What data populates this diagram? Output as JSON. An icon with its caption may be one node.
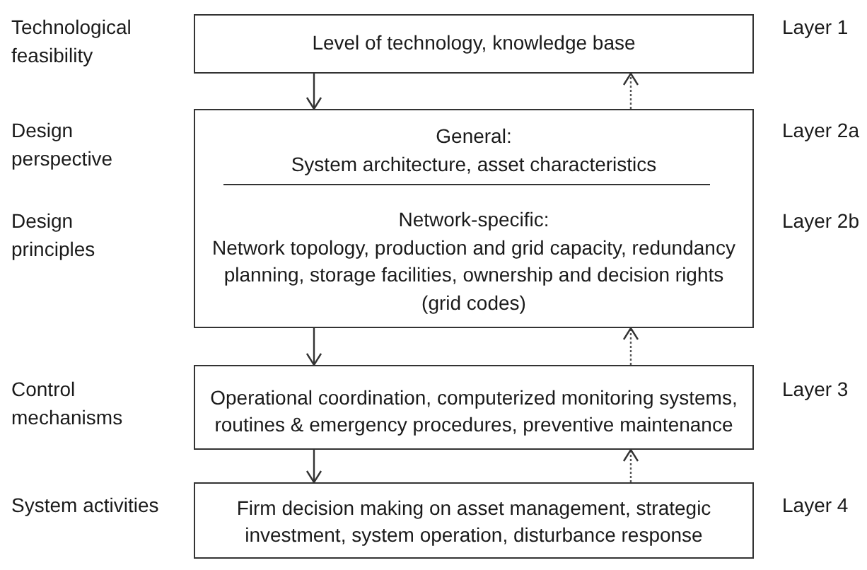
{
  "diagram": {
    "nodes": [
      {
        "text": [
          "Level of technology, knowledge base"
        ]
      },
      {
        "text": [
          "General:",
          "System architecture, asset characteristics",
          "Network-specific:",
          "Network topology, production and grid capacity, redundancy planning, storage facilities, ownership and decision rights (grid codes)"
        ]
      },
      {
        "text": [
          "Operational coordination, computerized monitoring systems, routines & emergency procedures, preventive maintenance"
        ]
      },
      {
        "text": [
          "Firm decision making on asset management, strategic investment, system operation, disturbance response"
        ]
      }
    ],
    "edges": [
      {
        "from": 0,
        "to": 1,
        "arrow": "to"
      },
      {
        "from": 1,
        "to": 0,
        "arrow": "to",
        "style": "dashed"
      },
      {
        "from": 1,
        "to": 2,
        "arrow": "to"
      },
      {
        "from": 2,
        "to": 1,
        "arrow": "to",
        "style": "dashed"
      },
      {
        "from": 2,
        "to": 3,
        "arrow": "to"
      },
      {
        "from": 3,
        "to": 2,
        "arrow": "to",
        "style": "dashed"
      }
    ],
    "labels": [
      "Technological feasibility",
      "Layer 1",
      "Design perspective",
      "Layer 2a",
      "Design principles",
      "Layer 2b",
      "Control mechanisms",
      "Layer 3",
      "System activities",
      "Layer 4"
    ]
  }
}
